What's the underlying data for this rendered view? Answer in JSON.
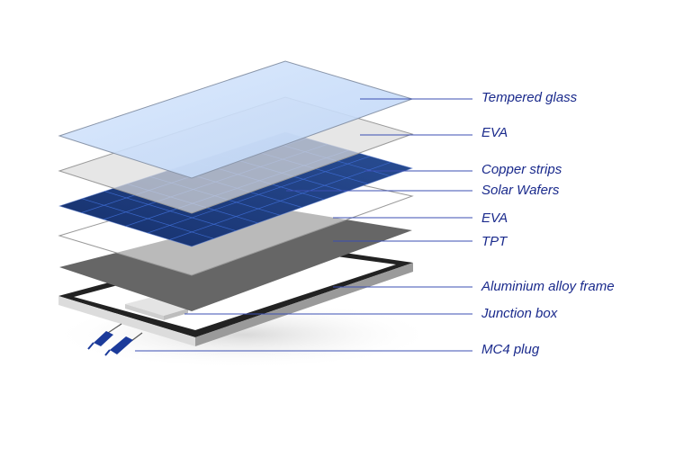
{
  "colors": {
    "label_text": "#1a2a8c",
    "leader_line": "#3b4fb3",
    "tempered_glass": "#cfe1fb",
    "eva_layer": "#e6e6e6",
    "solar_cells": "#1d3a78",
    "cell_grid": "#3f6fd8",
    "tpt_backsheet": "#666666",
    "frame_dark": "#222222",
    "frame_light": "#dcdcdc",
    "junction_box": "#e4e4e4",
    "mc4_plug": "#1b3a9a"
  },
  "labels": {
    "tempered_glass": "Tempered glass",
    "eva_top": "EVA",
    "copper_strips": "Copper strips",
    "solar_wafers": "Solar Wafers",
    "eva_bottom": "EVA",
    "tpt": "TPT",
    "frame": "Aluminium alloy frame",
    "junction_box": "Junction box",
    "mc4_plug": "MC4 plug"
  }
}
